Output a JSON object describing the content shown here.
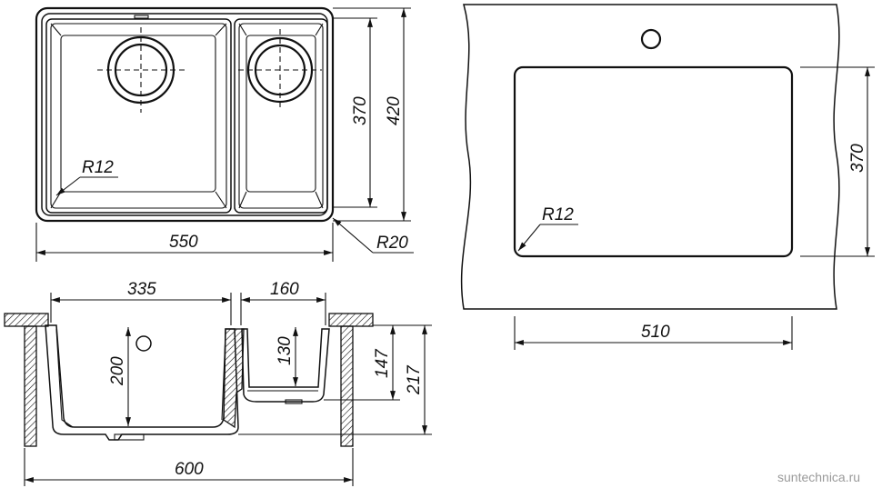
{
  "views": {
    "top": {
      "dim_width": "550",
      "dim_depth_inner": "370",
      "dim_depth_outer": "420",
      "radius_inner": "R12",
      "radius_outer": "R20"
    },
    "cutout": {
      "dim_width": "510",
      "dim_depth": "370",
      "radius": "R12"
    },
    "section": {
      "dim_left_bowl": "335",
      "dim_right_bowl": "160",
      "dim_left_depth": "200",
      "dim_right_depth": "130",
      "dim_height_147": "147",
      "dim_height_217": "217",
      "dim_total_width": "600"
    }
  },
  "watermark": "suntechnica.ru",
  "colors": {
    "line": "#111111",
    "background": "#ffffff",
    "watermark": "#9a9a9a"
  }
}
